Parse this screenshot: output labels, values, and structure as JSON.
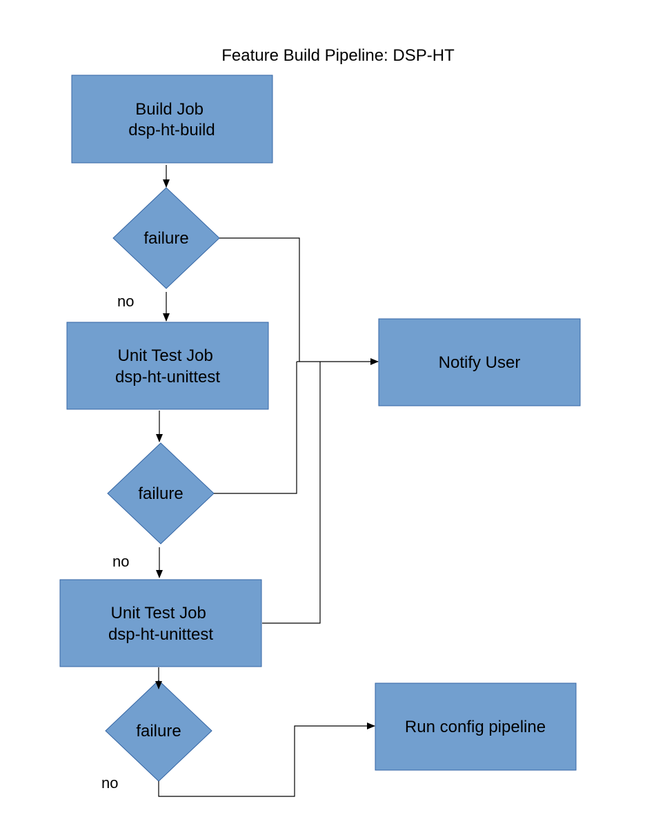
{
  "title": "Feature Build Pipeline: DSP-HT",
  "nodes": {
    "build_job": [
      "Build Job",
      "dsp-ht-build"
    ],
    "failure_1": "failure",
    "unit_test_1": [
      "Unit Test Job",
      "dsp-ht-unittest"
    ],
    "failure_2": "failure",
    "unit_test_2": [
      "Unit Test Job",
      "dsp-ht-unittest"
    ],
    "failure_3": "failure",
    "notify_user": "Notify User",
    "run_config": "Run config pipeline"
  },
  "edge_labels": {
    "no_1": "no",
    "no_2": "no",
    "no_3": "no"
  },
  "colors": {
    "node_fill": "#729fcf",
    "node_border": "#3465a4"
  }
}
